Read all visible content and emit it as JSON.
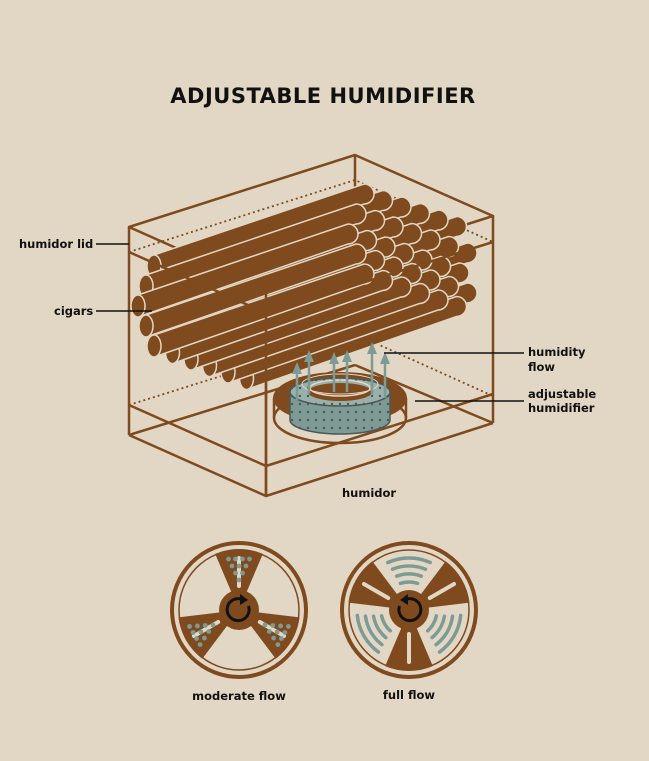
{
  "title": "ADJUSTABLE HUMIDIFIER",
  "labels": {
    "humidor_lid": "humidor lid",
    "cigars": "cigars",
    "humidity_flow_1": "humidity",
    "humidity_flow_2": "flow",
    "adjustable_humidifier_1": "adjustable",
    "adjustable_humidifier_2": "humidifier",
    "humidor": "humidor",
    "moderate_flow": "moderate flow",
    "full_flow": "full flow"
  },
  "colors": {
    "background": "#e2d7c5",
    "brown": "#7e4a1e",
    "sage": "#7d9a95",
    "text": "#111111"
  },
  "icons": [
    "rotate-arrow-icon",
    "rotate-arrow-icon"
  ]
}
